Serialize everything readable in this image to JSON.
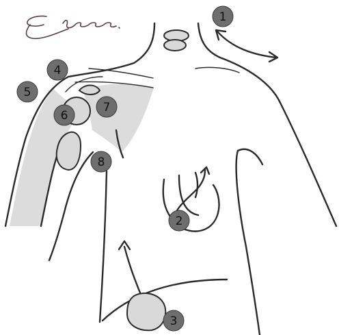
{
  "signature_text": "Elee.",
  "markers": [
    {
      "label": "1"
    },
    {
      "label": "2"
    },
    {
      "label": "3"
    },
    {
      "label": "4"
    },
    {
      "label": "5"
    },
    {
      "label": "6"
    },
    {
      "label": "7"
    },
    {
      "label": "8"
    }
  ],
  "colors": {
    "ink": "#2a2a2a",
    "shading": "#dcdcdc",
    "marker_fill": "#6e6e6e",
    "signature": "#5a3e45"
  }
}
